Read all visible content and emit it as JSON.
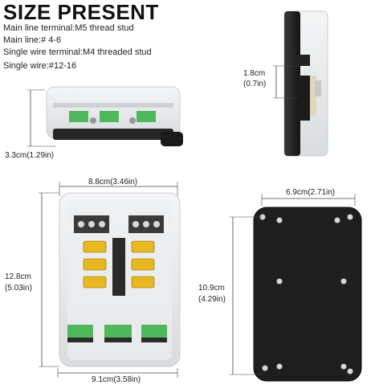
{
  "title": "SIZE PRESENT",
  "specs": [
    "Main line terminal:M5 thread stud",
    "Main line:# 4-6",
    "Single wire terminal:M4 threaded stud",
    "Single wire:#12-16"
  ],
  "dimensions": {
    "side_height_cm": "1.8cm",
    "side_height_in": "(0.7in)",
    "front_depth": "3.3cm(1.29in)",
    "top_width": "8.8cm(3.46in)",
    "height_cm": "12.8cm",
    "height_in": "(5.03in)",
    "bottom_width": "9.1cm(3.58in)",
    "back_width": "6.9cm(2.71in)",
    "back_height_cm": "10.9cm",
    "back_height_in": "(4.29in)"
  },
  "colors": {
    "terminal_green": "#4fb85a",
    "fuse_yellow": "#e8b820",
    "body_dark": "#1e1e1e",
    "cover_clear": "#e6e8ea"
  }
}
